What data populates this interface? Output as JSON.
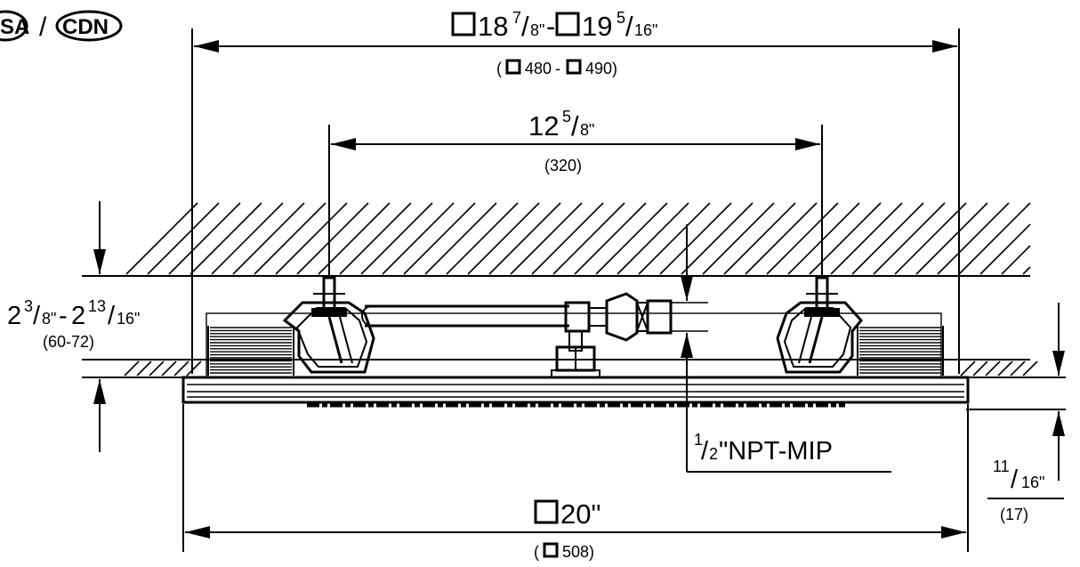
{
  "region_badges": {
    "left": "SA",
    "separator": "/",
    "right": "CDN"
  },
  "dimensions": {
    "top_width": {
      "a_whole": "18",
      "a_num": "7",
      "a_den": "8\"",
      "dash": "-",
      "b_whole": "19",
      "b_num": "5",
      "b_den": "16\"",
      "metric_open": "(",
      "metric_a": "480",
      "metric_dash": "-",
      "metric_b": "490)"
    },
    "center_span": {
      "whole": "12",
      "num": "5",
      "den": "8\"",
      "metric": "(320)"
    },
    "ceiling_thickness": {
      "a_whole": "2",
      "a_num": "3",
      "a_den": "8\"",
      "dash": "-",
      "b_whole": "2",
      "b_num": "13",
      "b_den": "16\"",
      "metric": "(60-72)"
    },
    "connection": {
      "num": "1",
      "den": "2",
      "text": "\"NPT-MIP"
    },
    "panel_thickness": {
      "num": "11",
      "den": "16\"",
      "metric": "(17)"
    },
    "panel_width": {
      "text": "20\"",
      "metric_open": "(",
      "metric": "508)"
    }
  }
}
